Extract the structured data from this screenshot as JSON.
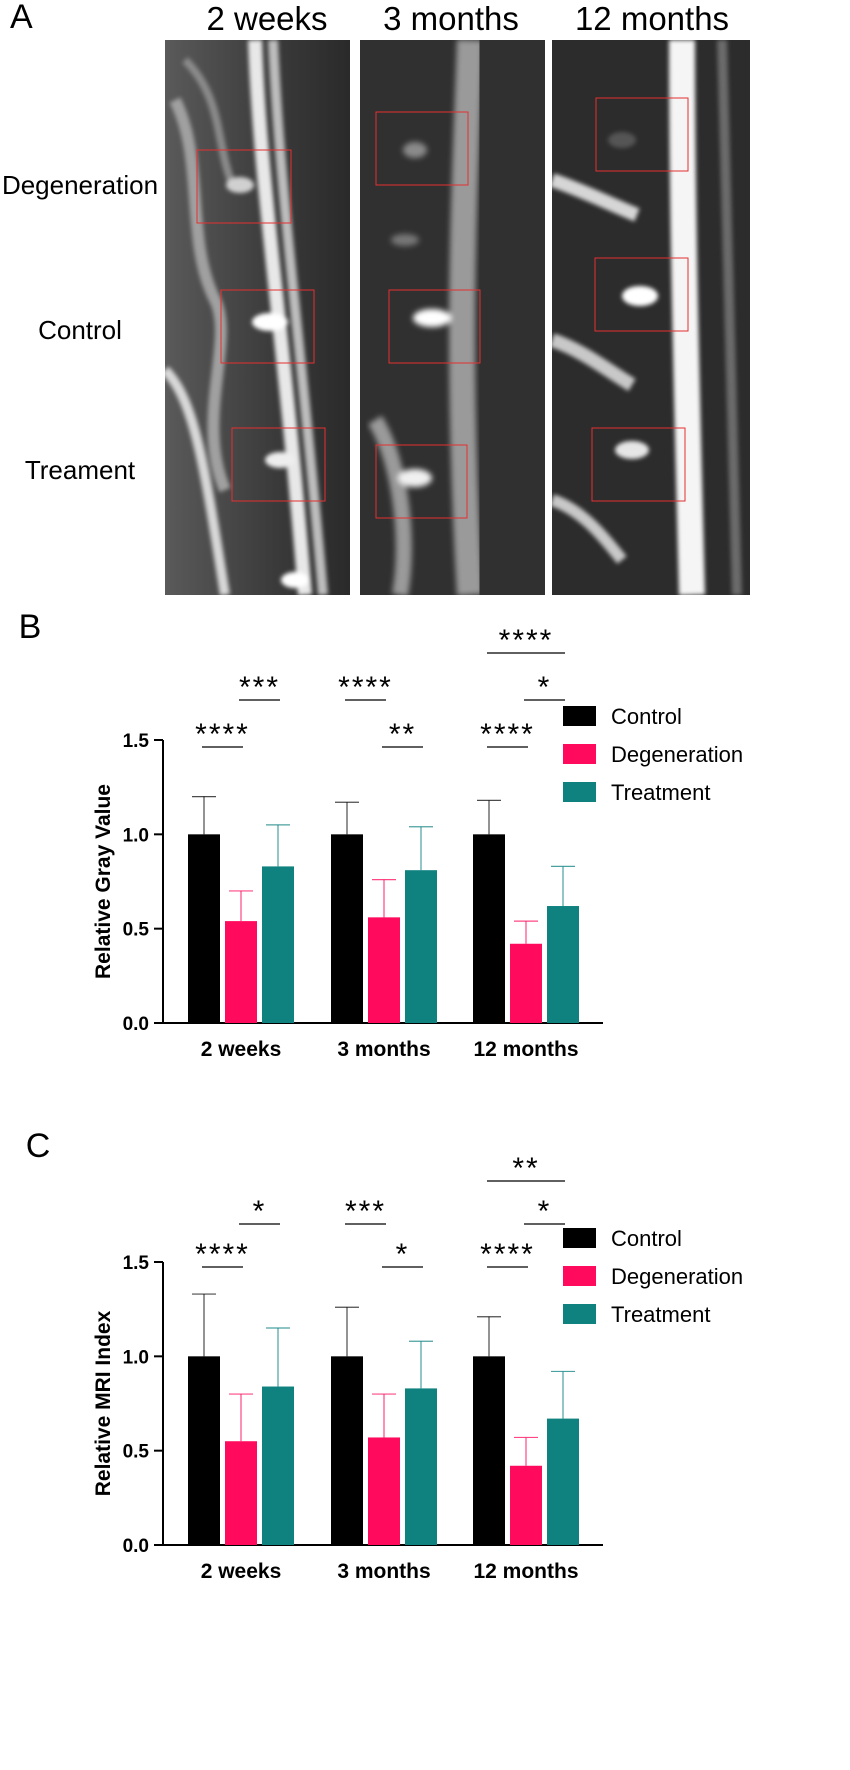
{
  "panel_a": {
    "letter": "A",
    "columns": [
      "2 weeks",
      "3 months",
      "12 months"
    ],
    "rows": [
      "Degeneration",
      "Control",
      "Treament"
    ]
  },
  "colors": {
    "control": "#000000",
    "degeneration": "#ff0a5c",
    "treatment": "#0f8280",
    "roi_box": "#e53030"
  },
  "chart_data": [
    {
      "panel": "B",
      "type": "bar",
      "ylabel": "Relative Gray Value",
      "xlabel": "",
      "ylim": [
        0,
        1.5
      ],
      "yticks": [
        "0.0",
        "0.5",
        "1.0",
        "1.5"
      ],
      "categories": [
        "2 weeks",
        "3 months",
        "12 months"
      ],
      "series": [
        {
          "name": "Control",
          "values": [
            1.0,
            1.0,
            1.0
          ],
          "errors": [
            0.2,
            0.17,
            0.18
          ]
        },
        {
          "name": "Degeneration",
          "values": [
            0.54,
            0.56,
            0.42
          ],
          "errors": [
            0.16,
            0.2,
            0.12
          ]
        },
        {
          "name": "Treatment",
          "values": [
            0.83,
            0.81,
            0.62
          ],
          "errors": [
            0.22,
            0.23,
            0.21
          ]
        }
      ],
      "legend": "right",
      "significance": [
        {
          "category": 0,
          "from": 0,
          "to": 1,
          "label": "****",
          "level": 0
        },
        {
          "category": 0,
          "from": 1,
          "to": 2,
          "label": "***",
          "level": 1
        },
        {
          "category": 1,
          "from": 0,
          "to": 1,
          "label": "****",
          "level": 1
        },
        {
          "category": 1,
          "from": 1,
          "to": 2,
          "label": "**",
          "level": 0
        },
        {
          "category": 2,
          "from": 0,
          "to": 1,
          "label": "****",
          "level": 0
        },
        {
          "category": 2,
          "from": 1,
          "to": 2,
          "label": "*",
          "level": 1
        },
        {
          "category": 2,
          "from": 0,
          "to": 2,
          "label": "****",
          "level": 2
        }
      ]
    },
    {
      "panel": "C",
      "type": "bar",
      "ylabel": "Relative MRI Index",
      "xlabel": "",
      "ylim": [
        0,
        1.5
      ],
      "yticks": [
        "0.0",
        "0.5",
        "1.0",
        "1.5"
      ],
      "categories": [
        "2 weeks",
        "3 months",
        "12 months"
      ],
      "series": [
        {
          "name": "Control",
          "values": [
            1.0,
            1.0,
            1.0
          ],
          "errors": [
            0.33,
            0.26,
            0.21
          ]
        },
        {
          "name": "Degeneration",
          "values": [
            0.55,
            0.57,
            0.42
          ],
          "errors": [
            0.25,
            0.23,
            0.15
          ]
        },
        {
          "name": "Treatment",
          "values": [
            0.84,
            0.83,
            0.67
          ],
          "errors": [
            0.31,
            0.25,
            0.25
          ]
        }
      ],
      "legend": "right",
      "significance": [
        {
          "category": 0,
          "from": 0,
          "to": 1,
          "label": "****",
          "level": 0
        },
        {
          "category": 0,
          "from": 1,
          "to": 2,
          "label": "*",
          "level": 1
        },
        {
          "category": 1,
          "from": 0,
          "to": 1,
          "label": "***",
          "level": 1
        },
        {
          "category": 1,
          "from": 1,
          "to": 2,
          "label": "*",
          "level": 0
        },
        {
          "category": 2,
          "from": 0,
          "to": 1,
          "label": "****",
          "level": 0
        },
        {
          "category": 2,
          "from": 1,
          "to": 2,
          "label": "*",
          "level": 1
        },
        {
          "category": 2,
          "from": 0,
          "to": 2,
          "label": "**",
          "level": 2
        }
      ]
    }
  ]
}
